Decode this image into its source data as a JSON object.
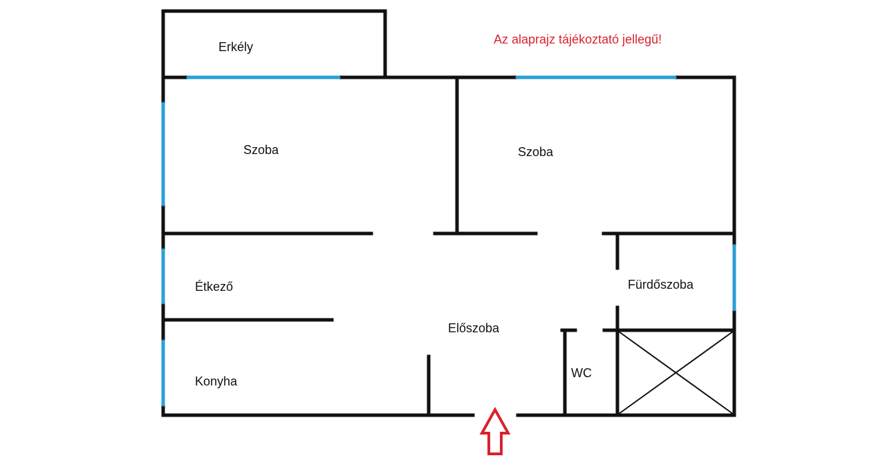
{
  "note": "Az alaprajz tájékoztató jellegű!",
  "rooms": {
    "balcony": "Erkély",
    "room1": "Szoba",
    "room2": "Szoba",
    "dining": "Étkező",
    "hall": "Előszoba",
    "bathroom": "Fürdőszoba",
    "wc": "WC",
    "kitchen": "Konyha"
  },
  "colors": {
    "wall": "#111111",
    "window": "#2a9fd6",
    "note": "#d9232e",
    "entrance_arrow": "#d9232e"
  },
  "icons": {
    "entrance": "up-arrow-icon",
    "shaft": "crossed-box-icon"
  }
}
